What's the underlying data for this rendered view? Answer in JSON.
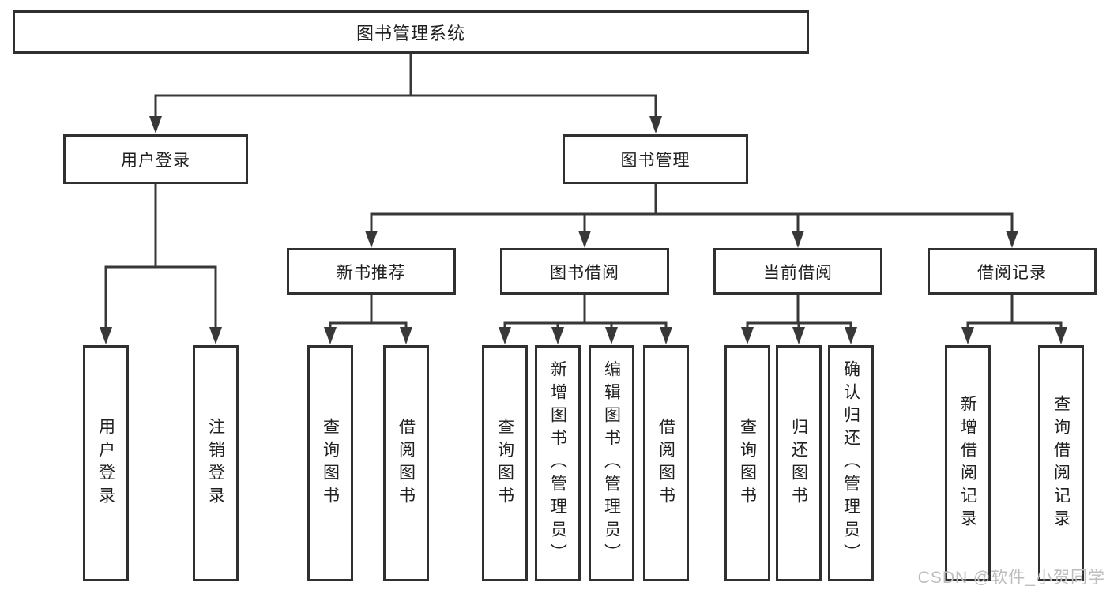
{
  "diagram": {
    "type": "tree",
    "root": {
      "label": "图书管理系统"
    },
    "branches": [
      {
        "label": "用户登录",
        "children": [
          {
            "label": "用户登录"
          },
          {
            "label": "注销登录"
          }
        ]
      },
      {
        "label": "图书管理",
        "children": [
          {
            "label": "新书推荐",
            "children": [
              {
                "label": "查询图书"
              },
              {
                "label": "借阅图书"
              }
            ]
          },
          {
            "label": "图书借阅",
            "children": [
              {
                "label": "查询图书"
              },
              {
                "label": "新增图书（管理员）"
              },
              {
                "label": "编辑图书（管理员）"
              },
              {
                "label": "借阅图书"
              }
            ]
          },
          {
            "label": "当前借阅",
            "children": [
              {
                "label": "查询图书"
              },
              {
                "label": "归还图书"
              },
              {
                "label": "确认归还（管理员）"
              }
            ]
          },
          {
            "label": "借阅记录",
            "children": [
              {
                "label": "新增借阅记录"
              },
              {
                "label": "查询借阅记录"
              }
            ]
          }
        ]
      }
    ],
    "watermark": "CSDN @软件_小贺同学",
    "colors": {
      "line": "#383838",
      "box_border": "#303030",
      "box_fill": "#ffffff",
      "text": "#202020",
      "watermark": "#bdbdbd",
      "background": "#ffffff"
    }
  }
}
